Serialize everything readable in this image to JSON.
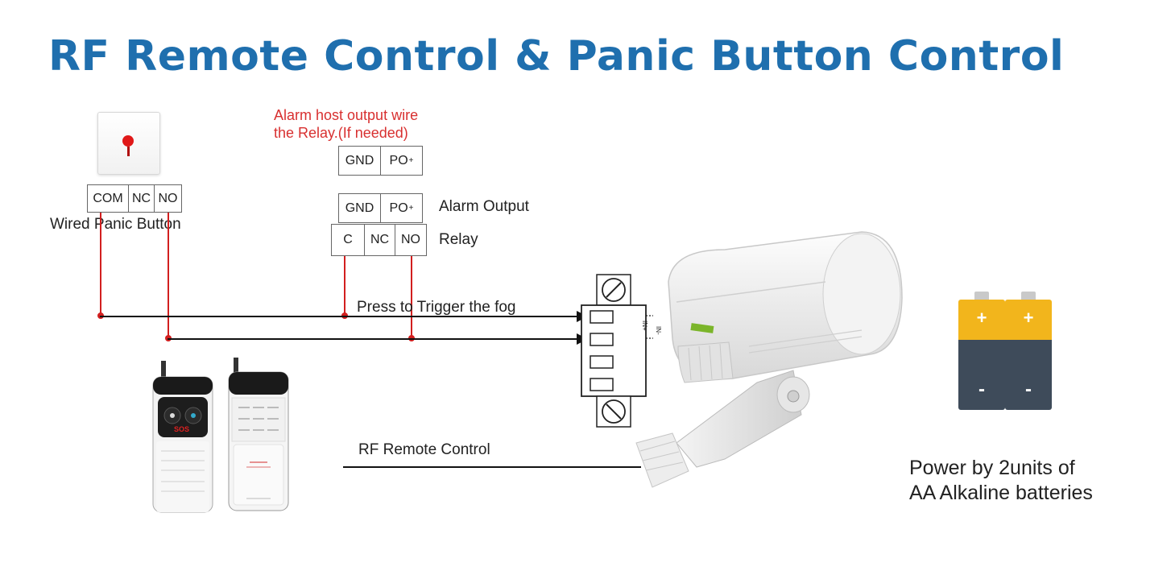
{
  "title": "RF Remote Control & Panic Button Control",
  "panic_button": {
    "label": "Wired Panic Button",
    "terminals": [
      "COM",
      "NC",
      "NO"
    ]
  },
  "alarm_host": {
    "note_line1": "Alarm host output wire",
    "note_line2": "the Relay.(If needed)",
    "top_block": [
      "GND",
      "PO"
    ],
    "output_block": [
      "GND",
      "PO"
    ],
    "output_label": "Alarm Output",
    "relay_block": [
      "C",
      "NC",
      "NO"
    ],
    "relay_label": "Relay",
    "po_superscript": "+"
  },
  "trigger_label": "Press to Trigger the fog",
  "terminal_side_labels": [
    "IN+",
    "IN-"
  ],
  "rf_label": "RF Remote Control",
  "battery": {
    "plus": "+",
    "minus": "-",
    "caption_line1": "Power by 2units of",
    "caption_line2": "AA Alkaline batteries"
  },
  "remote": {
    "sos_text": "SOS"
  },
  "colors": {
    "title": "#1f6fae",
    "red_wire": "#d21f1f",
    "battery_top": "#f2b51c",
    "battery_body": "#3e4b5a"
  }
}
